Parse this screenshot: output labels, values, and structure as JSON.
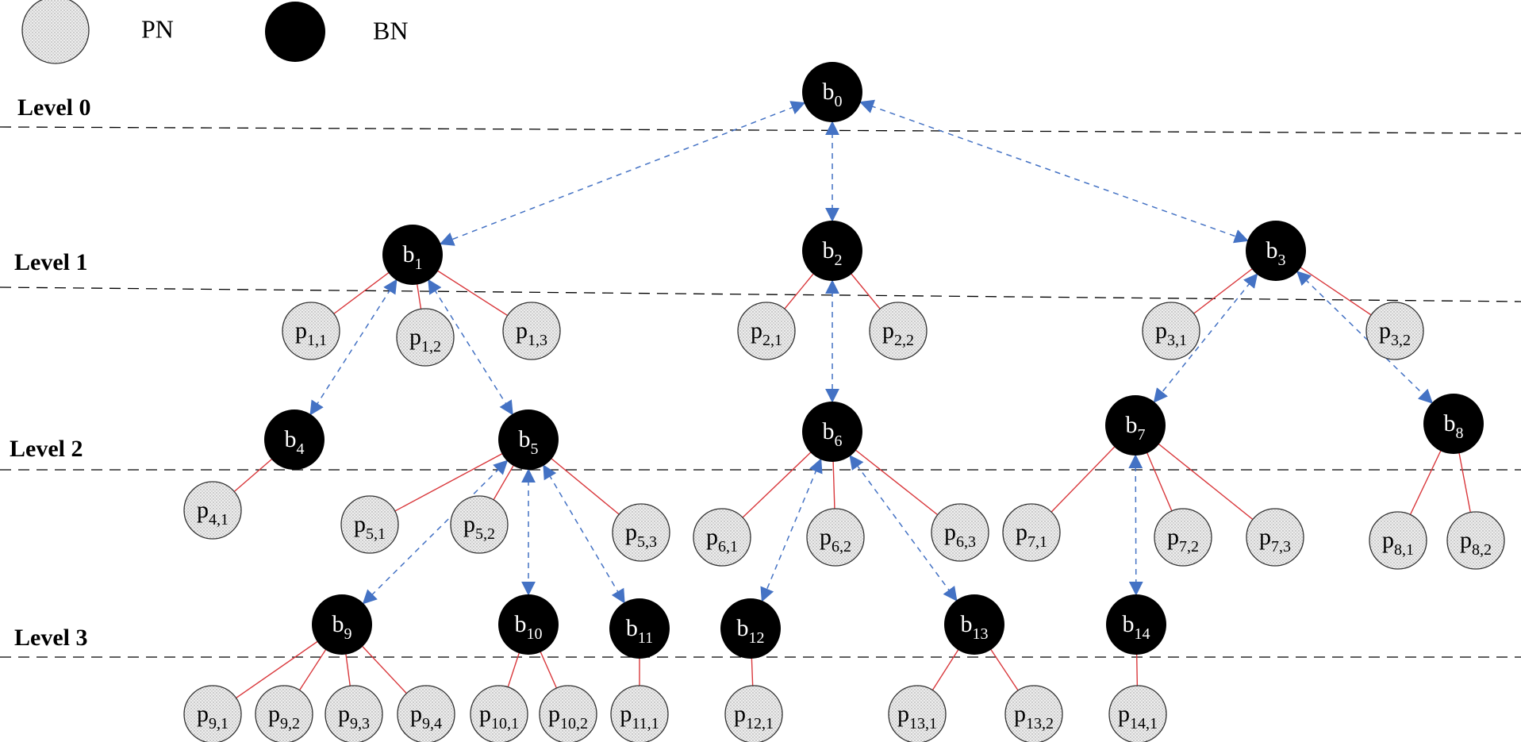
{
  "legend": [
    {
      "id": "pn",
      "type": "pn",
      "label": "PN"
    },
    {
      "id": "bn",
      "type": "bn",
      "label": "BN"
    }
  ],
  "levels": [
    {
      "id": "level-0",
      "label": "Level 0"
    },
    {
      "id": "level-1",
      "label": "Level 1"
    },
    {
      "id": "level-2",
      "label": "Level 2"
    },
    {
      "id": "level-3",
      "label": "Level 3"
    }
  ],
  "nodes": [
    {
      "id": "b0",
      "type": "bn",
      "base": "b",
      "sub": "0"
    },
    {
      "id": "b1",
      "type": "bn",
      "base": "b",
      "sub": "1"
    },
    {
      "id": "b2",
      "type": "bn",
      "base": "b",
      "sub": "2"
    },
    {
      "id": "b3",
      "type": "bn",
      "base": "b",
      "sub": "3"
    },
    {
      "id": "b4",
      "type": "bn",
      "base": "b",
      "sub": "4"
    },
    {
      "id": "b5",
      "type": "bn",
      "base": "b",
      "sub": "5"
    },
    {
      "id": "b6",
      "type": "bn",
      "base": "b",
      "sub": "6"
    },
    {
      "id": "b7",
      "type": "bn",
      "base": "b",
      "sub": "7"
    },
    {
      "id": "b8",
      "type": "bn",
      "base": "b",
      "sub": "8"
    },
    {
      "id": "b9",
      "type": "bn",
      "base": "b",
      "sub": "9"
    },
    {
      "id": "b10",
      "type": "bn",
      "base": "b",
      "sub": "10"
    },
    {
      "id": "b11",
      "type": "bn",
      "base": "b",
      "sub": "11"
    },
    {
      "id": "b12",
      "type": "bn",
      "base": "b",
      "sub": "12"
    },
    {
      "id": "b13",
      "type": "bn",
      "base": "b",
      "sub": "13"
    },
    {
      "id": "b14",
      "type": "bn",
      "base": "b",
      "sub": "14"
    },
    {
      "id": "p1_1",
      "type": "pn",
      "base": "p",
      "sub": "1,1"
    },
    {
      "id": "p1_2",
      "type": "pn",
      "base": "p",
      "sub": "1,2"
    },
    {
      "id": "p1_3",
      "type": "pn",
      "base": "p",
      "sub": "1,3"
    },
    {
      "id": "p2_1",
      "type": "pn",
      "base": "p",
      "sub": "2,1"
    },
    {
      "id": "p2_2",
      "type": "pn",
      "base": "p",
      "sub": "2,2"
    },
    {
      "id": "p3_1",
      "type": "pn",
      "base": "p",
      "sub": "3,1"
    },
    {
      "id": "p3_2",
      "type": "pn",
      "base": "p",
      "sub": "3,2"
    },
    {
      "id": "p4_1",
      "type": "pn",
      "base": "p",
      "sub": "4,1"
    },
    {
      "id": "p5_1",
      "type": "pn",
      "base": "p",
      "sub": "5,1"
    },
    {
      "id": "p5_2",
      "type": "pn",
      "base": "p",
      "sub": "5,2"
    },
    {
      "id": "p5_3",
      "type": "pn",
      "base": "p",
      "sub": "5,3"
    },
    {
      "id": "p6_1",
      "type": "pn",
      "base": "p",
      "sub": "6,1"
    },
    {
      "id": "p6_2",
      "type": "pn",
      "base": "p",
      "sub": "6,2"
    },
    {
      "id": "p6_3",
      "type": "pn",
      "base": "p",
      "sub": "6,3"
    },
    {
      "id": "p7_1",
      "type": "pn",
      "base": "p",
      "sub": "7,1"
    },
    {
      "id": "p7_2",
      "type": "pn",
      "base": "p",
      "sub": "7,2"
    },
    {
      "id": "p7_3",
      "type": "pn",
      "base": "p",
      "sub": "7,3"
    },
    {
      "id": "p8_1",
      "type": "pn",
      "base": "p",
      "sub": "8,1"
    },
    {
      "id": "p8_2",
      "type": "pn",
      "base": "p",
      "sub": "8,2"
    },
    {
      "id": "p9_1",
      "type": "pn",
      "base": "p",
      "sub": "9,1"
    },
    {
      "id": "p9_2",
      "type": "pn",
      "base": "p",
      "sub": "9,2"
    },
    {
      "id": "p9_3",
      "type": "pn",
      "base": "p",
      "sub": "9,3"
    },
    {
      "id": "p9_4",
      "type": "pn",
      "base": "p",
      "sub": "9,4"
    },
    {
      "id": "p10_1",
      "type": "pn",
      "base": "p",
      "sub": "10,1"
    },
    {
      "id": "p10_2",
      "type": "pn",
      "base": "p",
      "sub": "10,2"
    },
    {
      "id": "p11_1",
      "type": "pn",
      "base": "p",
      "sub": "11,1"
    },
    {
      "id": "p12_1",
      "type": "pn",
      "base": "p",
      "sub": "12,1"
    },
    {
      "id": "p13_1",
      "type": "pn",
      "base": "p",
      "sub": "13,1"
    },
    {
      "id": "p13_2",
      "type": "pn",
      "base": "p",
      "sub": "13,2"
    },
    {
      "id": "p14_1",
      "type": "pn",
      "base": "p",
      "sub": "14,1"
    }
  ],
  "bn_links": [
    [
      "b0",
      "b1"
    ],
    [
      "b0",
      "b2"
    ],
    [
      "b0",
      "b3"
    ],
    [
      "b1",
      "b4"
    ],
    [
      "b1",
      "b5"
    ],
    [
      "b2",
      "b6"
    ],
    [
      "b3",
      "b7"
    ],
    [
      "b3",
      "b8"
    ],
    [
      "b5",
      "b9"
    ],
    [
      "b5",
      "b10"
    ],
    [
      "b5",
      "b11"
    ],
    [
      "b6",
      "b12"
    ],
    [
      "b6",
      "b13"
    ],
    [
      "b7",
      "b14"
    ]
  ],
  "pn_links": [
    [
      "b1",
      "p1_1"
    ],
    [
      "b1",
      "p1_2"
    ],
    [
      "b1",
      "p1_3"
    ],
    [
      "b2",
      "p2_1"
    ],
    [
      "b2",
      "p2_2"
    ],
    [
      "b3",
      "p3_1"
    ],
    [
      "b3",
      "p3_2"
    ],
    [
      "b4",
      "p4_1"
    ],
    [
      "b5",
      "p5_1"
    ],
    [
      "b5",
      "p5_2"
    ],
    [
      "b5",
      "p5_3"
    ],
    [
      "b6",
      "p6_1"
    ],
    [
      "b6",
      "p6_2"
    ],
    [
      "b6",
      "p6_3"
    ],
    [
      "b7",
      "p7_1"
    ],
    [
      "b7",
      "p7_2"
    ],
    [
      "b7",
      "p7_3"
    ],
    [
      "b8",
      "p8_1"
    ],
    [
      "b8",
      "p8_2"
    ],
    [
      "b9",
      "p9_1"
    ],
    [
      "b9",
      "p9_2"
    ],
    [
      "b9",
      "p9_3"
    ],
    [
      "b9",
      "p9_4"
    ],
    [
      "b10",
      "p10_1"
    ],
    [
      "b10",
      "p10_2"
    ],
    [
      "b11",
      "p11_1"
    ],
    [
      "b12",
      "p12_1"
    ],
    [
      "b13",
      "p13_1"
    ],
    [
      "b13",
      "p13_2"
    ],
    [
      "b14",
      "p14_1"
    ]
  ],
  "colors": {
    "bn_fill": "#000000",
    "pn_fill": "#e6e6e6",
    "pn_link": "#d9383c",
    "bn_link": "#4472c4",
    "level_line": "#000000"
  }
}
